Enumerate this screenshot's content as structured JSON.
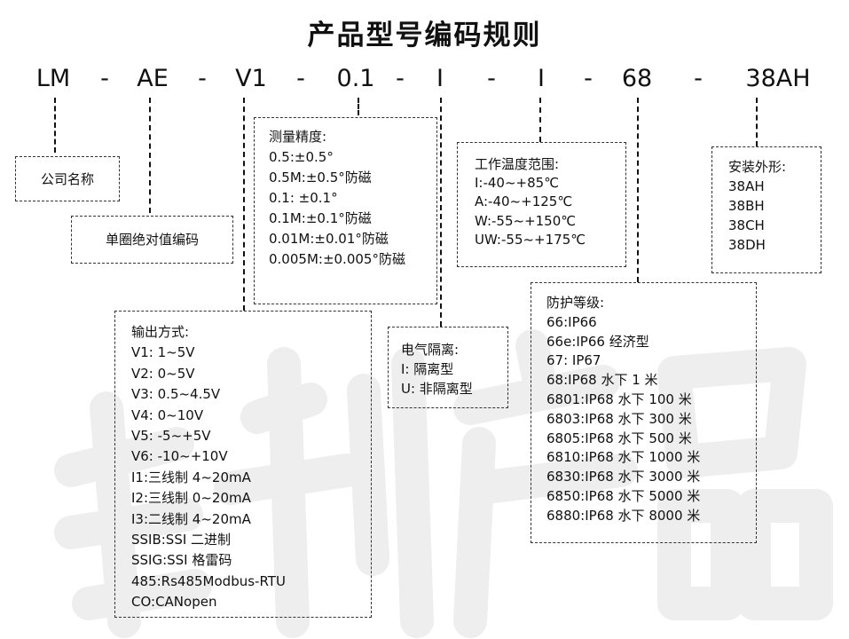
{
  "title": "产品型号编码规则",
  "codes": [
    "LM",
    "AE",
    "V1",
    "0.1",
    "I",
    "I",
    "68",
    "38AH"
  ],
  "separator": "-",
  "boxes": {
    "company": {
      "label": "公司名称"
    },
    "encoder": {
      "label": "单圈绝对值编码"
    },
    "precision": {
      "heading": "测量精度:",
      "items": [
        "0.5:±0.5°",
        "0.5M:±0.5°防磁",
        "0.1: ±0.1°",
        "0.1M:±0.1°防磁",
        "0.01M:±0.01°防磁",
        "0.005M:±0.005°防磁"
      ]
    },
    "output": {
      "heading": "输出方式:",
      "items": [
        "V1: 1~5V",
        "V2: 0~5V",
        "V3: 0.5~4.5V",
        "V4: 0~10V",
        "V5: -5~+5V",
        "V6: -10~+10V",
        "I1:三线制 4~20mA",
        "I2:三线制 0~20mA",
        "I3:二线制 4~20mA",
        "SSIB:SSI 二进制",
        "SSIG:SSI 格雷码",
        "485:Rs485Modbus-RTU",
        "CO:CANopen"
      ]
    },
    "isolation": {
      "heading": "电气隔离:",
      "items": [
        "I:  隔离型",
        "U: 非隔离型"
      ]
    },
    "temperature": {
      "heading": "工作温度范围:",
      "items": [
        "I:-40~+85℃",
        "A:-40~+125℃",
        "W:-55~+150℃",
        "UW:-55~+175℃"
      ]
    },
    "protection": {
      "heading": "防护等级:",
      "items": [
        "66:IP66",
        "66e:IP66 经济型",
        "67:  IP67",
        "68:IP68 水下 1 米",
        "6801:IP68 水下 100 米",
        "6803:IP68 水下 300 米",
        "6805:IP68 水下 500 米",
        "6810:IP68 水下 1000 米",
        "6830:IP68 水下 3000 米",
        "6850:IP68 水下 5000 米",
        "6880:IP68 水下 8000 米"
      ]
    },
    "shape": {
      "heading": "安装外形:",
      "items": [
        "38AH",
        "38BH",
        "38CH",
        "38DH"
      ]
    }
  },
  "watermark_text": "专利产品",
  "colors": {
    "text": "#111111",
    "border": "#333333",
    "watermark": "#eeeeee"
  }
}
